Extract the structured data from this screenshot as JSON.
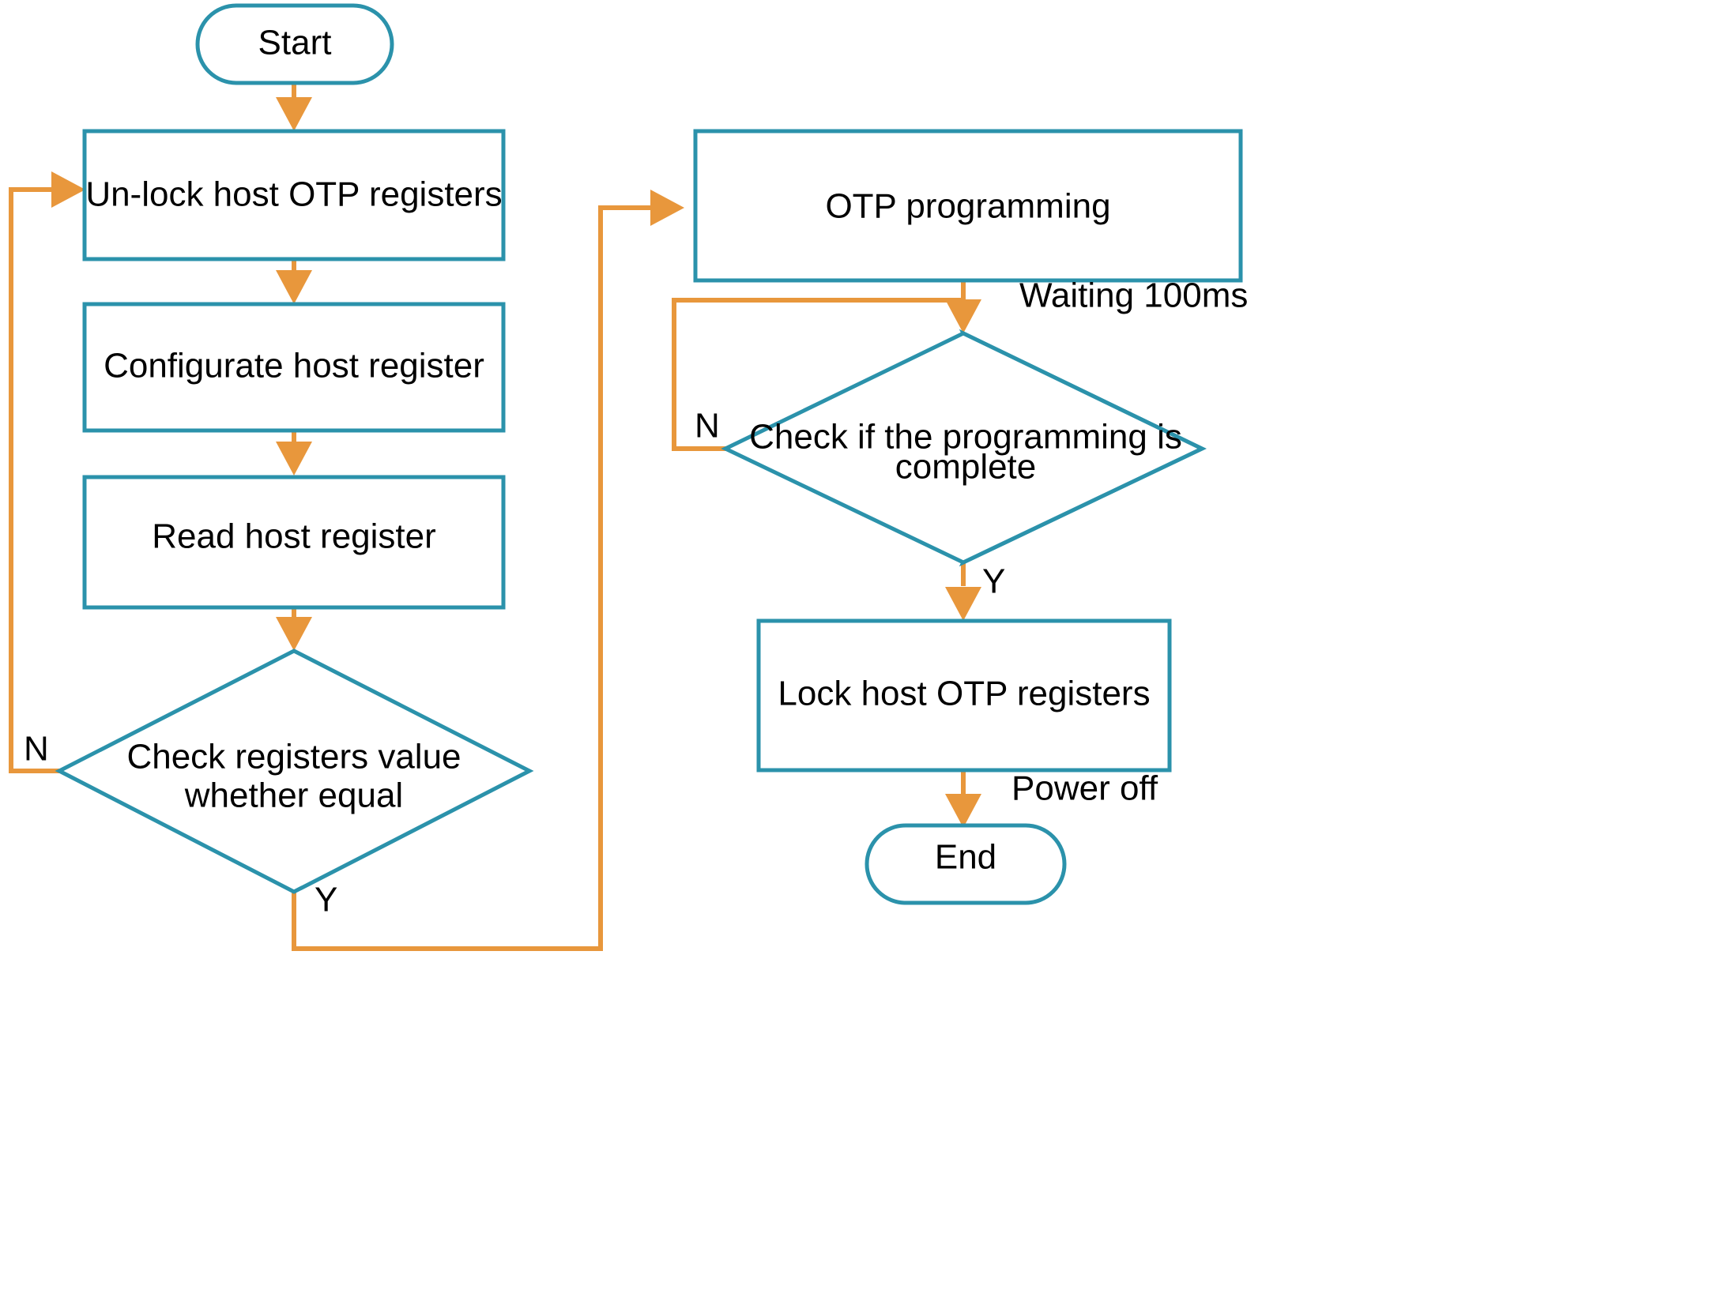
{
  "diagram": {
    "title": "Host OTP programming flowchart",
    "colors": {
      "shape_stroke": "#2b92ab",
      "connector": "#e8973c",
      "text": "#000000",
      "background": "#ffffff"
    },
    "nodes": {
      "start": {
        "label": "Start",
        "type": "terminator"
      },
      "unlock": {
        "label": "Un-lock host OTP registers",
        "type": "process"
      },
      "configurate": {
        "label": "Configurate host register",
        "type": "process"
      },
      "read": {
        "label": "Read host register",
        "type": "process"
      },
      "check_equal": {
        "label": "Check registers value whether equal",
        "line1": "Check registers value",
        "line2": "whether equal",
        "type": "decision"
      },
      "otp_programming": {
        "label": "OTP programming",
        "type": "process"
      },
      "check_complete": {
        "label": "Check if the programming is complete",
        "line1": "Check if the programming is",
        "line2": "complete",
        "type": "decision"
      },
      "lock": {
        "label": "Lock host OTP registers",
        "type": "process"
      },
      "end": {
        "label": "End",
        "type": "terminator"
      }
    },
    "edge_labels": {
      "check_equal_no": "N",
      "check_equal_yes": "Y",
      "waiting": "Waiting 100ms",
      "check_complete_no": "N",
      "check_complete_yes": "Y",
      "power_off": "Power off"
    }
  }
}
